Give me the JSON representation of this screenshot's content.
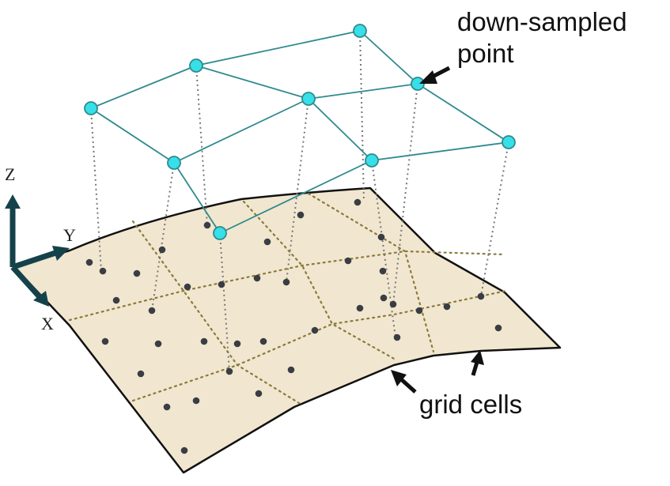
{
  "labels": {
    "down_sampled_line1": "down-sampled",
    "down_sampled_line2": "point",
    "grid_cells": "grid cells",
    "axis_z": "Z",
    "axis_y": "Y",
    "axis_x": "X"
  },
  "colors": {
    "surface_fill": "#f1e6cf",
    "surface_edge": "#111111",
    "grid_line": "#8a7a3c",
    "raw_point": "#3a3d44",
    "sample_point": "#37dfe8",
    "sample_edge": "#2f8a8e",
    "drop_line": "#777777",
    "axis": "#15424a"
  }
}
